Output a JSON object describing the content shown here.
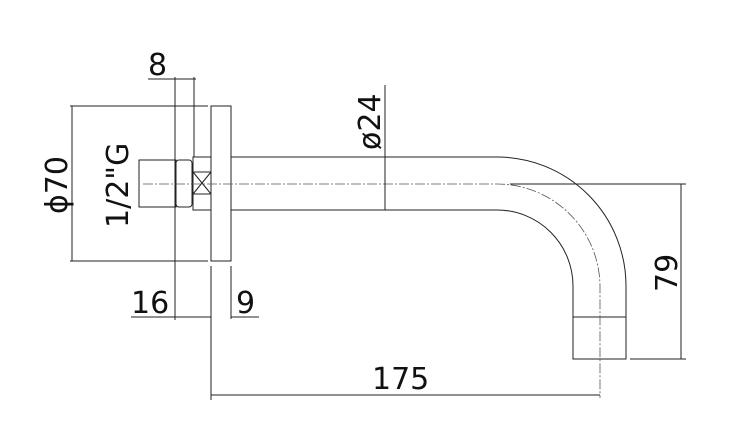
{
  "dimensions": {
    "flange_diameter": "ϕ70",
    "thread": "1/2\"G",
    "nut_width": "8",
    "pipe_diameter": "ø24",
    "projection": "175",
    "drop_height": "79",
    "thread_length": "16",
    "flange_thickness": "9"
  }
}
